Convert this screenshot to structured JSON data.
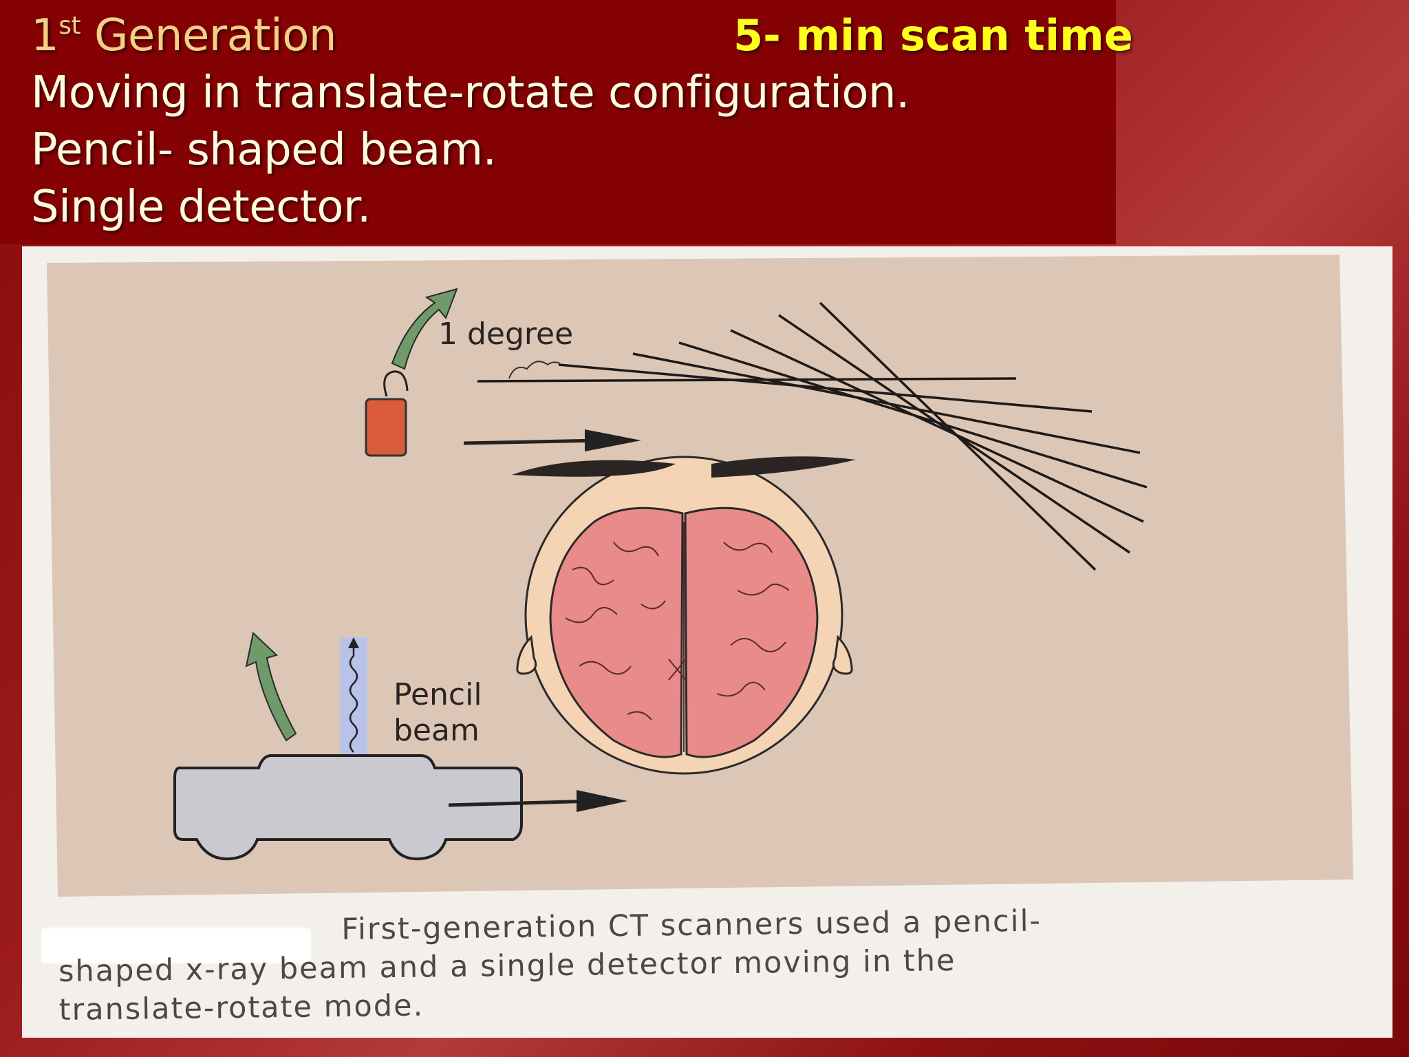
{
  "header": {
    "title_number": "1",
    "title_sup": "st",
    "title_text": " Generation",
    "scan_time": "5- min scan time",
    "lines": [
      "Moving in translate-rotate  configuration.",
      "Pencil- shaped beam.",
      "Single detector."
    ]
  },
  "figure": {
    "label_rotation": "1 degree",
    "label_beam_1": "Pencil",
    "label_beam_2": "beam",
    "caption_line1": "First-generation CT scanners used a pencil-",
    "caption_line2": "shaped x-ray beam and a single detector moving in the",
    "caption_line3": "translate-rotate mode.",
    "colors": {
      "background_panel": "#dcc6b5",
      "detector": "#d95a3c",
      "brain": "#e98b8a",
      "head": "#f4d4b4",
      "tube": "#c9c9cf",
      "arrows_green": "#6f9a6a",
      "beam": "#b9c3ea"
    }
  }
}
